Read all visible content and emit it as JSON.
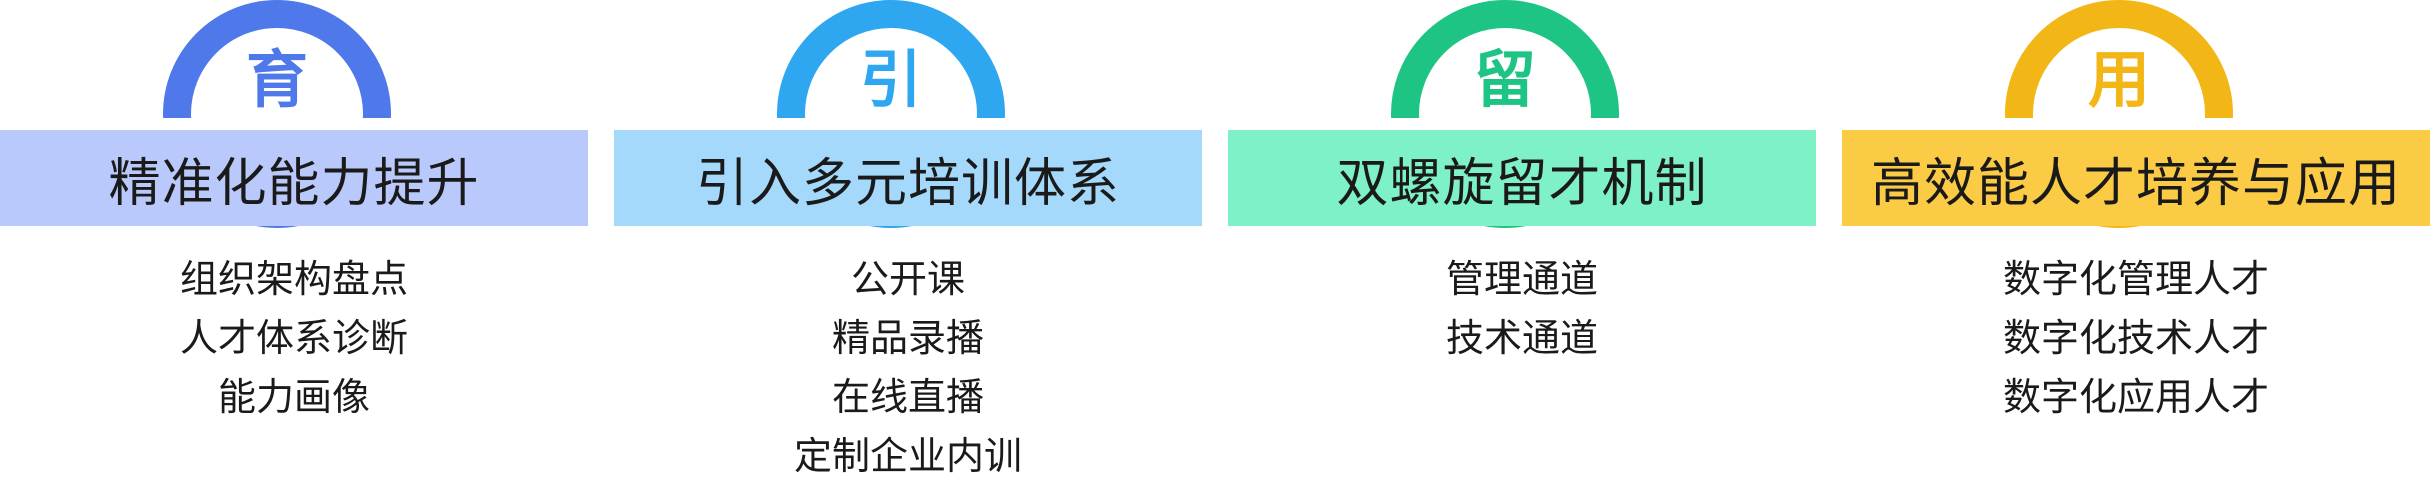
{
  "columns": [
    {
      "badge": "育",
      "title": "精准化能力提升",
      "arch_color": "#4f79ea",
      "banner_color": "#b9c9fb",
      "items": [
        "组织架构盘点",
        "人才体系诊断",
        "能力画像"
      ]
    },
    {
      "badge": "引",
      "title": "引入多元培训体系",
      "arch_color": "#2fa6f0",
      "banner_color": "#a5d9fb",
      "items": [
        "公开课",
        "精品录播",
        "在线直播",
        "定制企业内训"
      ]
    },
    {
      "badge": "留",
      "title": "双螺旋留才机制",
      "arch_color": "#1dc483",
      "banner_color": "#7ef1c6",
      "items": [
        "管理通道",
        "技术通道"
      ]
    },
    {
      "badge": "用",
      "title": "高效能人才培养与应用",
      "arch_color": "#f2b717",
      "banner_color": "#fbcb45",
      "items": [
        "数字化管理人才",
        "数字化技术人才",
        "数字化应用人才"
      ]
    }
  ]
}
